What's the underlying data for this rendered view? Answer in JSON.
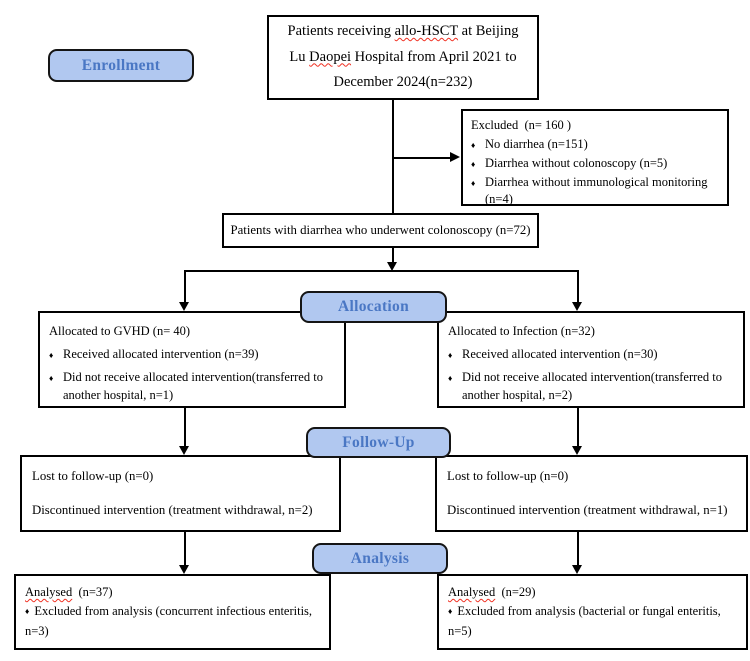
{
  "flowchart": {
    "bullet": "♦",
    "colors": {
      "badge_fill": "#b1c8f0",
      "badge_text": "#4a77c4",
      "badge_border": "#151515",
      "box_border": "#000000",
      "spellcheck_underline": "#f03022"
    },
    "badges": {
      "enrollment": "Enrollment",
      "allocation": "Allocation",
      "followup": "Follow-Up",
      "analysis": "Analysis"
    },
    "top_box": {
      "line1_pre": "Patients receiving ",
      "line1_flagged": "allo-HSCT",
      "line1_post": " at Beijing",
      "line2_pre": "Lu ",
      "line2_flagged": "Daopei",
      "line2_post": " Hospital from April 2021 to",
      "line3": "December 2024(n=232)"
    },
    "excluded": {
      "title": "Excluded  (n= 160 )",
      "items": [
        "No diarrhea (n=151)",
        "Diarrhea without colonoscopy (n=5)",
        "Diarrhea without immunological monitoring (n=4)"
      ]
    },
    "colonoscopy": {
      "text": "Patients with diarrhea who underwent colonoscopy (n=72)"
    },
    "alloc_left": {
      "title": "Allocated to GVHD (n= 40)",
      "items": [
        "Received allocated intervention (n=39)",
        "Did not receive allocated intervention(transferred to another hospital, n=1)"
      ]
    },
    "alloc_right": {
      "title": "Allocated to Infection (n=32)",
      "items": [
        "Received allocated intervention (n=30)",
        "Did not receive allocated intervention(transferred to another hospital, n=2)"
      ]
    },
    "fu_left": {
      "line1": "Lost to follow-up (n=0)",
      "line2": "Discontinued intervention (treatment withdrawal, n=2)"
    },
    "fu_right": {
      "line1": "Lost to follow-up (n=0)",
      "line2": "Discontinued intervention (treatment withdrawal, n=1)"
    },
    "an_left": {
      "title_flagged": "Analysed",
      "title_rest": "  (n=37)",
      "item": "Excluded from analysis (concurrent infectious enteritis, n=3)"
    },
    "an_right": {
      "title_flagged": "Analysed",
      "title_rest": "  (n=29)",
      "item": "Excluded from analysis (bacterial or fungal enteritis, n=5)"
    }
  }
}
